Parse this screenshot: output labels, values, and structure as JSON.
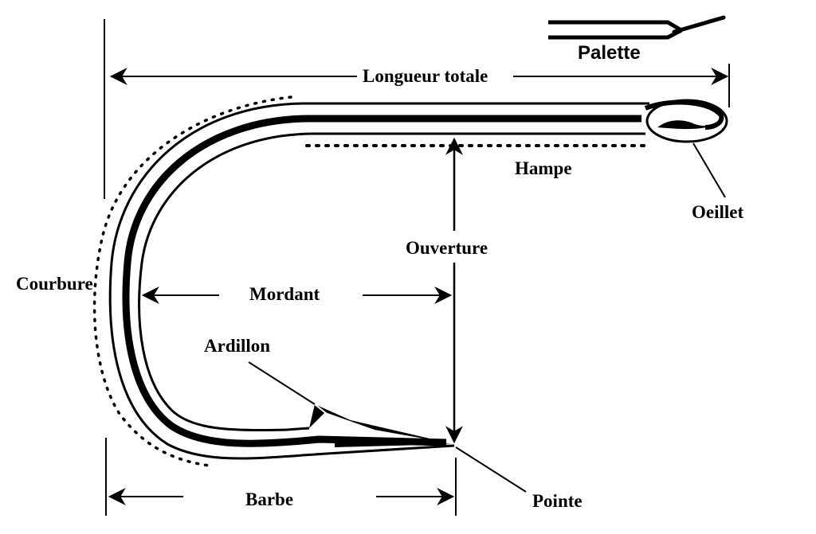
{
  "title": "Anatomie d'un hameçon",
  "labels": {
    "palette": "Palette",
    "longueur_totale": "Longueur totale",
    "hampe": "Hampe",
    "oeillet": "Oeillet",
    "ouverture": "Ouverture",
    "courbure": "Courbure",
    "mordant": "Mordant",
    "ardillon": "Ardillon",
    "barbe": "Barbe",
    "pointe": "Pointe"
  },
  "colors": {
    "ink": "#000000",
    "background": "#ffffff"
  }
}
